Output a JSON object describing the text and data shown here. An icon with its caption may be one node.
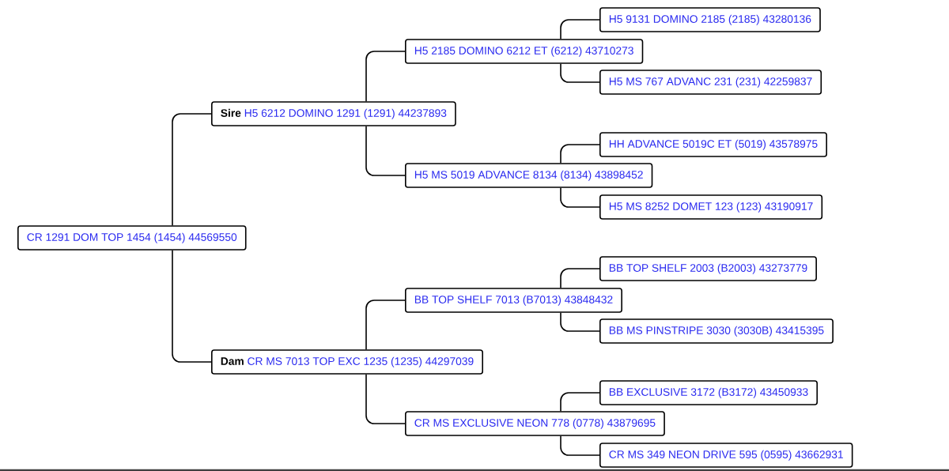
{
  "diagram": {
    "nodes": [
      {
        "text": [
          "CR 1291 DOM TOP 1454 (1454) 44569550"
        ]
      },
      {
        "text": [
          "Sire",
          "H5 6212 DOMINO 1291 (1291) 44237893"
        ]
      },
      {
        "text": [
          "H5 2185 DOMINO 6212 ET (6212) 43710273"
        ]
      },
      {
        "text": [
          "H5 9131 DOMINO 2185 (2185) 43280136"
        ]
      },
      {
        "text": [
          "H5 MS 767 ADVANC 231 (231) 42259837"
        ]
      },
      {
        "text": [
          "H5 MS 5019 ADVANCE 8134 (8134) 43898452"
        ]
      },
      {
        "text": [
          "HH ADVANCE 5019C ET (5019) 43578975"
        ]
      },
      {
        "text": [
          "H5 MS 8252 DOMET 123 (123) 43190917"
        ]
      },
      {
        "text": [
          "Dam",
          "CR MS 7013 TOP EXC 1235 (1235) 44297039"
        ]
      },
      {
        "text": [
          "BB TOP SHELF 7013 (B7013) 43848432"
        ]
      },
      {
        "text": [
          "BB TOP SHELF 2003 (B2003) 43273779"
        ]
      },
      {
        "text": [
          "BB MS PINSTRIPE 3030 (3030B) 43415395"
        ]
      },
      {
        "text": [
          "CR MS EXCLUSIVE NEON 778 (0778) 43879695"
        ]
      },
      {
        "text": [
          "BB EXCLUSIVE 3172 (B3172) 43450933"
        ]
      },
      {
        "text": [
          "CR MS 349 NEON DRIVE 595 (0595) 43662931"
        ]
      }
    ],
    "edges": [
      {
        "from": 0,
        "to": 1,
        "arrow": "none"
      },
      {
        "from": 0,
        "to": 8,
        "arrow": "none"
      },
      {
        "from": 1,
        "to": 2,
        "arrow": "none"
      },
      {
        "from": 1,
        "to": 5,
        "arrow": "none"
      },
      {
        "from": 2,
        "to": 3,
        "arrow": "none"
      },
      {
        "from": 2,
        "to": 4,
        "arrow": "none"
      },
      {
        "from": 5,
        "to": 6,
        "arrow": "none"
      },
      {
        "from": 5,
        "to": 7,
        "arrow": "none"
      },
      {
        "from": 8,
        "to": 9,
        "arrow": "none"
      },
      {
        "from": 8,
        "to": 12,
        "arrow": "none"
      },
      {
        "from": 9,
        "to": 10,
        "arrow": "none"
      },
      {
        "from": 9,
        "to": 11,
        "arrow": "none"
      },
      {
        "from": 12,
        "to": 13,
        "arrow": "none"
      },
      {
        "from": 12,
        "to": 14,
        "arrow": "none"
      }
    ]
  }
}
